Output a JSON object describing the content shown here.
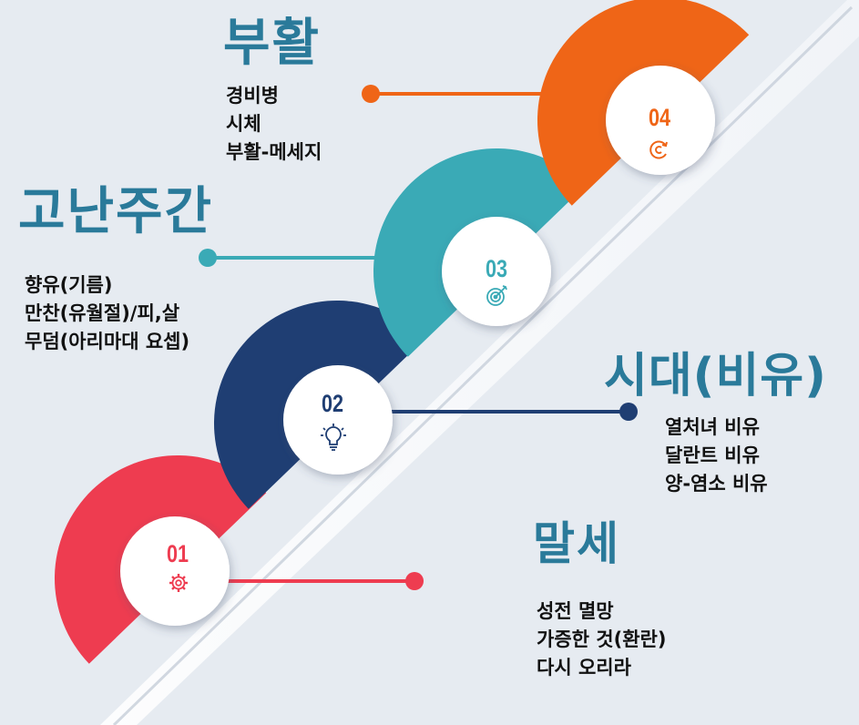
{
  "colors": {
    "background": "#e6ebf1",
    "step1": "#ee3c50",
    "step2": "#1f3e73",
    "step3": "#3aaab6",
    "step4": "#ef6517",
    "title": "#2a7a9a",
    "text": "#111111"
  },
  "steps": [
    {
      "number": "01",
      "title": "말세",
      "icon": "gear-icon",
      "items": [
        "성전 멸망",
        "가증한 것(환란)",
        "다시 오리라"
      ]
    },
    {
      "number": "02",
      "title": "시대(비유)",
      "icon": "lightbulb-icon",
      "items": [
        "열처녀 비유",
        "달란트 비유",
        "양-염소 비유"
      ]
    },
    {
      "number": "03",
      "title": "고난주간",
      "icon": "target-icon",
      "items": [
        "향유(기름)",
        "만찬(유월절)/피,살",
        "무덤(아리마대 요셉)"
      ]
    },
    {
      "number": "04",
      "title": "부활",
      "icon": "refresh-icon",
      "items": [
        "경비병",
        "시체",
        "부활-메세지"
      ]
    }
  ]
}
